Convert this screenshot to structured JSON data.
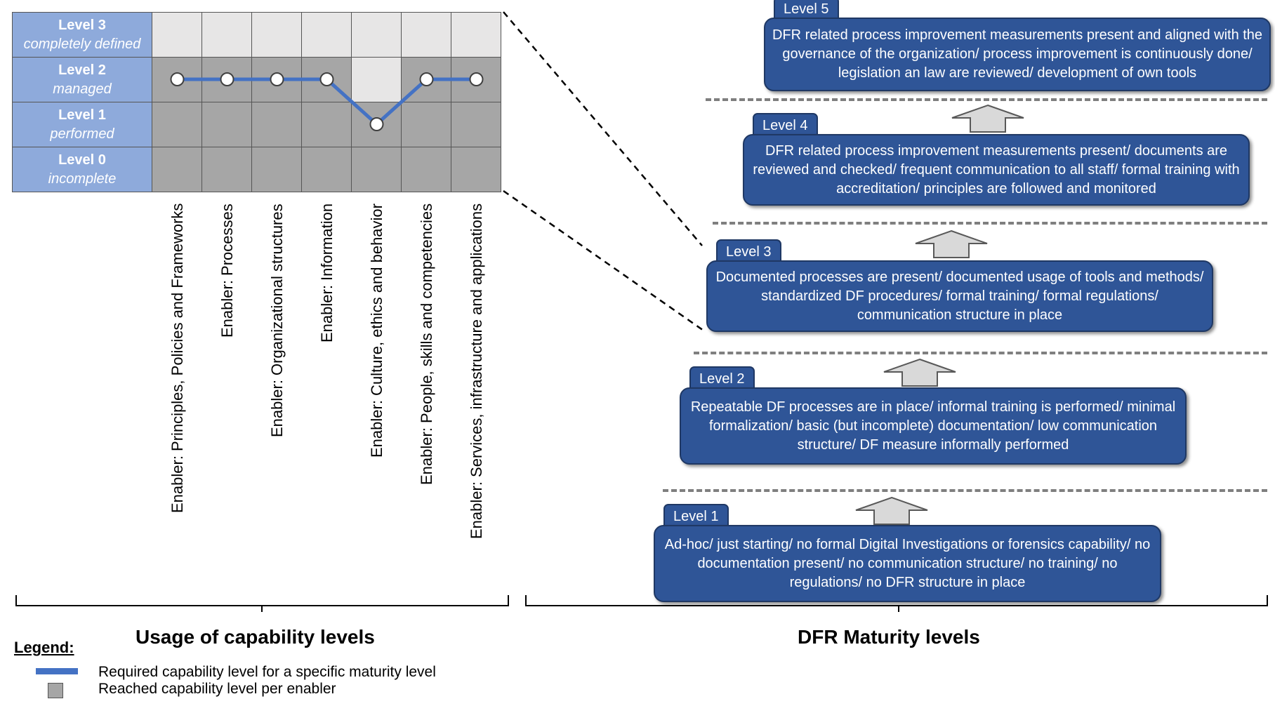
{
  "grid": {
    "levels": [
      {
        "name": "Level 3",
        "desc": "completely defined"
      },
      {
        "name": "Level 2",
        "desc": "managed"
      },
      {
        "name": "Level 1",
        "desc": "performed"
      },
      {
        "name": "Level 0",
        "desc": "incomplete"
      }
    ],
    "enablers": [
      "Enabler: Principles, Policies and Frameworks",
      "Enabler: Processes",
      "Enabler: Organizational structures",
      "Enabler: Information",
      "Enabler: Culture, ethics and behavior",
      "Enabler: People, skills and competencies",
      "Enabler: Services, infrastructure and applications"
    ],
    "reached_level": [
      2,
      2,
      2,
      2,
      1,
      2,
      2
    ],
    "required_level": [
      2,
      2,
      2,
      2,
      1,
      2,
      2
    ]
  },
  "titles": {
    "left": "Usage of capability levels",
    "right": "DFR Maturity levels"
  },
  "legend": {
    "title": "Legend:",
    "line_label": "Required capability level for a specific maturity level",
    "box_label": "Reached capability level per enabler"
  },
  "colors": {
    "level_header": "#8eaadb",
    "reached": "#a6a6a6",
    "not_reached": "#e7e6e6",
    "required_line": "#4472c4",
    "maturity_box": "#2f5597"
  },
  "maturity": [
    {
      "level": "Level 5",
      "text": "DFR related process improvement measurements present and aligned with the governance of the organization/ process improvement is continuously done/ legislation an law are reviewed/ development of own tools"
    },
    {
      "level": "Level 4",
      "text": "DFR related process improvement measurements present/ documents are reviewed and checked/ frequent communication to all staff/ formal training with accreditation/ principles are followed and monitored"
    },
    {
      "level": "Level 3",
      "text": "Documented processes are present/ documented usage of tools and methods/ standardized DF procedures/ formal training/ formal regulations/ communication structure in place"
    },
    {
      "level": "Level 2",
      "text": "Repeatable DF processes are in place/ informal training is performed/ minimal formalization/ basic (but incomplete) documentation/ low communication structure/ DF measure informally performed"
    },
    {
      "level": "Level 1",
      "text": "Ad-hoc/ just starting/ no formal Digital Investigations or forensics capability/ no documentation present/ no communication structure/ no training/ no regulations/ no DFR structure in place"
    }
  ]
}
